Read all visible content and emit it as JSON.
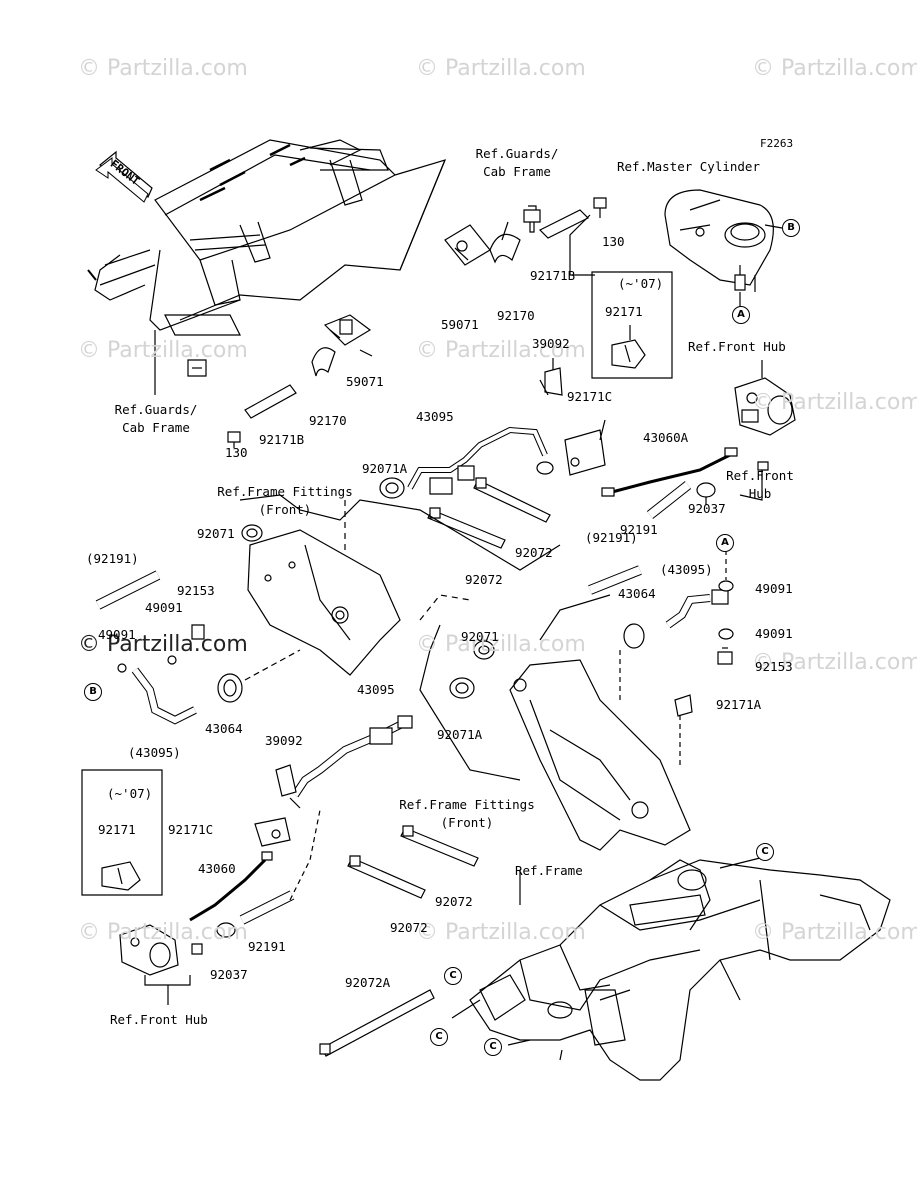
{
  "figure_code": "F2263",
  "watermark": "© Partzilla.com",
  "front_arrow": "FRONT",
  "callouts": {
    "a": "A",
    "b": "B",
    "c": "C"
  },
  "labels": {
    "ref_guards_cab_frame_top_1": "Ref.Guards/",
    "ref_guards_cab_frame_top_2": "Cab Frame",
    "ref_master_cylinder": "Ref.Master Cylinder",
    "p130_top": "130",
    "p92171b_top": "92171B",
    "p59071_top": "59071",
    "p92170_top": "92170",
    "inset_top_year": "(~'07)",
    "inset_top_part": "92171",
    "p39092_top": "39092",
    "ref_front_hub_top": "Ref.Front Hub",
    "p59071_left": "59071",
    "ref_guards_cab_frame_left_1": "Ref.Guards/",
    "ref_guards_cab_frame_left_2": "Cab Frame",
    "p92170_left": "92170",
    "p130_left": "130",
    "p92171b_left": "92171B",
    "p43095_top": "43095",
    "p92171c_top": "92171C",
    "p43060a": "43060A",
    "p92071a_top": "92071A",
    "ref_front_hub_right_1": "Ref.Front",
    "ref_front_hub_right_2": "Hub",
    "ref_frame_fittings_top_1": "Ref.Frame Fittings",
    "ref_frame_fittings_top_2": "(Front)",
    "p92037_top": "92037",
    "p92191_top": "92191",
    "p92071_left": "92071",
    "p92072_top_1": "92072",
    "p92072_top_2": "92072",
    "p92191_paren_right": "(92191)",
    "p92191_paren_left": "(92191)",
    "p92153_left": "92153",
    "p49091_left_a": "49091",
    "p49091_left_b": "49091",
    "p43095_paren_right": "(43095)",
    "p43064_right": "43064",
    "p49091_right_a": "49091",
    "p49091_right_b": "49091",
    "p92071_mid": "92071",
    "p92153_right": "92153",
    "p43064_left": "43064",
    "p43095_paren_left": "(43095)",
    "p43095_mid": "43095",
    "p92171a": "92171A",
    "p92071a_mid": "92071A",
    "p39092_mid": "39092",
    "ref_frame_fittings_mid_1": "Ref.Frame Fittings",
    "ref_frame_fittings_mid_2": "(Front)",
    "inset_bottom_year": "(~'07)",
    "inset_bottom_part": "92171",
    "p92171c_mid": "92171C",
    "p43060": "43060",
    "p92072_mid_1": "92072",
    "ref_frame": "Ref.Frame",
    "p92072_mid_2": "92072",
    "p92191_bottom": "92191",
    "p92037_bottom": "92037",
    "p92072a": "92072A",
    "ref_front_hub_bottom": "Ref.Front Hub"
  }
}
